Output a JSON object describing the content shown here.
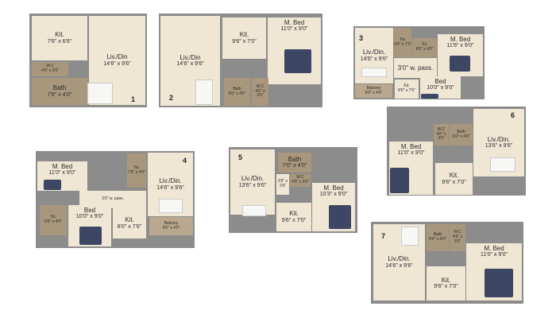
{
  "colors": {
    "floor": "#efe6d4",
    "wet": "#a8977c",
    "wall": "#8c8c8c",
    "bed": "#3d4663",
    "balcony": "#b9a88e"
  },
  "plans": [
    {
      "number": "1",
      "rooms": [
        {
          "name": "Kit.",
          "dims": "7'6\" x 6'6\""
        },
        {
          "name": "W.C",
          "dims": "4'0\" x 3'0\""
        },
        {
          "name": "Bath",
          "dims": "7'6\" x 4'0\""
        },
        {
          "name": "Liv./Din",
          "dims": "14'6\" x 9'6\""
        }
      ]
    },
    {
      "number": "2",
      "rooms": [
        {
          "name": "Liv./Din",
          "dims": "14'6\" x 9'6\""
        },
        {
          "name": "Kit.",
          "dims": "9'6\" x 7'0\""
        },
        {
          "name": "M. Bed",
          "dims": "11'0\" x 9'0\""
        },
        {
          "name": "Bath",
          "dims": "5'0\" x 4'6\""
        },
        {
          "name": "W.C",
          "dims": "4'6\" x 3'0\""
        }
      ]
    },
    {
      "number": "3",
      "rooms": [
        {
          "name": "Liv./Din.",
          "dims": "14'6\" x 9'6\""
        },
        {
          "name": "Toi.",
          "dims": "4'0\" x 7'3\""
        },
        {
          "name": "Toi.",
          "dims": "6'6\" x 4'6\""
        },
        {
          "name": "M. Bed",
          "dims": "11'6\" x 9'0\""
        },
        {
          "name": "3'0\" w. pass.",
          "dims": ""
        },
        {
          "name": "Kit.",
          "dims": "8'0\" x 7'6\""
        },
        {
          "name": "Bed",
          "dims": "10'0\" x 9'0\""
        },
        {
          "name": "Balcony",
          "dims": "9'6\" x 4'0\""
        }
      ]
    },
    {
      "number": "6",
      "rooms": [
        {
          "name": "Liv./Din.",
          "dims": "13'6\" x 9'6\""
        },
        {
          "name": "W.C",
          "dims": "4'6\" x 3'0\""
        },
        {
          "name": "Bath",
          "dims": "5'0\" x 4'6\""
        },
        {
          "name": "M. Bed",
          "dims": "11'0\" x 9'0\""
        },
        {
          "name": "Kit.",
          "dims": "9'6\" x 7'0\""
        }
      ]
    },
    {
      "number": "4",
      "rooms": [
        {
          "name": "M. Bed",
          "dims": "11'0\" x 9'0\""
        },
        {
          "name": "Toi.",
          "dims": "7'6\" x 4'0\""
        },
        {
          "name": "Liv./Din.",
          "dims": "14'6\" x 9'6\""
        },
        {
          "name": "3'0\" w. pass.",
          "dims": ""
        },
        {
          "name": "Toi.",
          "dims": "6'6\" x 4'6\""
        },
        {
          "name": "Bed",
          "dims": "10'0\" x 9'0\""
        },
        {
          "name": "Kit.",
          "dims": "8'0\" x 7'6\""
        },
        {
          "name": "Balcony",
          "dims": "9'6\" x 4'0\""
        }
      ]
    },
    {
      "number": "5",
      "rooms": [
        {
          "name": "Liv./Din.",
          "dims": "13'6\" x 9'6\""
        },
        {
          "name": "Bath",
          "dims": "7'0\" x 4'0\""
        },
        {
          "name": "W.C",
          "dims": "4'0\" x 3'0\""
        },
        {
          "name": "3'0\" x 2'6\"",
          "dims": ""
        },
        {
          "name": "M. Bed",
          "dims": "10'3\" x 9'0\""
        },
        {
          "name": "Kit.",
          "dims": "9'6\" x 7'0\""
        }
      ]
    },
    {
      "number": "7",
      "rooms": [
        {
          "name": "Liv./Din.",
          "dims": "14'6\" x 9'6\""
        },
        {
          "name": "Bath",
          "dims": "5'0\" x 4'0\""
        },
        {
          "name": "W.C",
          "dims": "4'6\" x 3'0\""
        },
        {
          "name": "M. Bed",
          "dims": "11'0\" x 9'0\""
        },
        {
          "name": "Kit.",
          "dims": "9'6\" x 7'0\""
        }
      ]
    }
  ]
}
